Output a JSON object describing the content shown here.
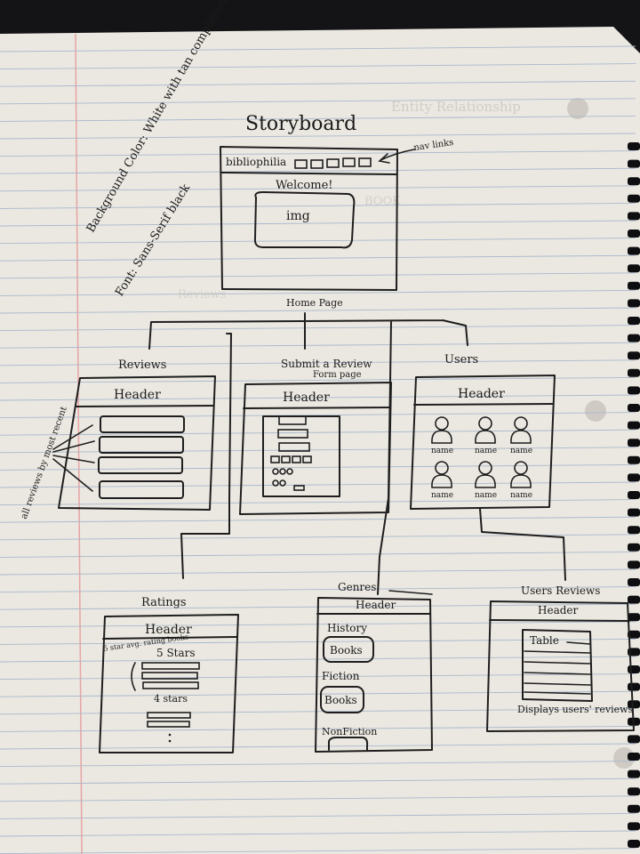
{
  "title": "Storyboard",
  "notes": {
    "background_note": "Background Color: White with tan compliments",
    "font_note": "Font: Sans-Serif black",
    "nav_note": "nav links",
    "reviews_note": "all reviews by most recent"
  },
  "home": {
    "brand": "bibliophilia",
    "welcome": "Welcome!",
    "img_label": "img",
    "caption": "Home Page"
  },
  "reviews": {
    "title": "Reviews",
    "header": "Header"
  },
  "submit": {
    "title": "Submit a Review",
    "subtitle": "Form page",
    "header": "Header"
  },
  "users": {
    "title": "Users",
    "header": "Header",
    "name_label": "name"
  },
  "ratings": {
    "title": "Ratings",
    "header": "Header",
    "side_note": "5 star avg. rating books",
    "five_stars": "5 Stars",
    "four_stars": "4 stars"
  },
  "genres": {
    "title": "Genres",
    "header": "Header",
    "history": "History",
    "fiction": "Fiction",
    "nonfiction": "NonFiction",
    "books": "Books"
  },
  "users_reviews": {
    "title": "Users Reviews",
    "header": "Header",
    "table": "Table",
    "caption": "Displays users' reviews"
  },
  "colors": {
    "paper": "#ebe8e1",
    "ink": "#1e1e1e",
    "rule_line": "#a9b8cc",
    "margin_line": "#e7a3a3"
  }
}
